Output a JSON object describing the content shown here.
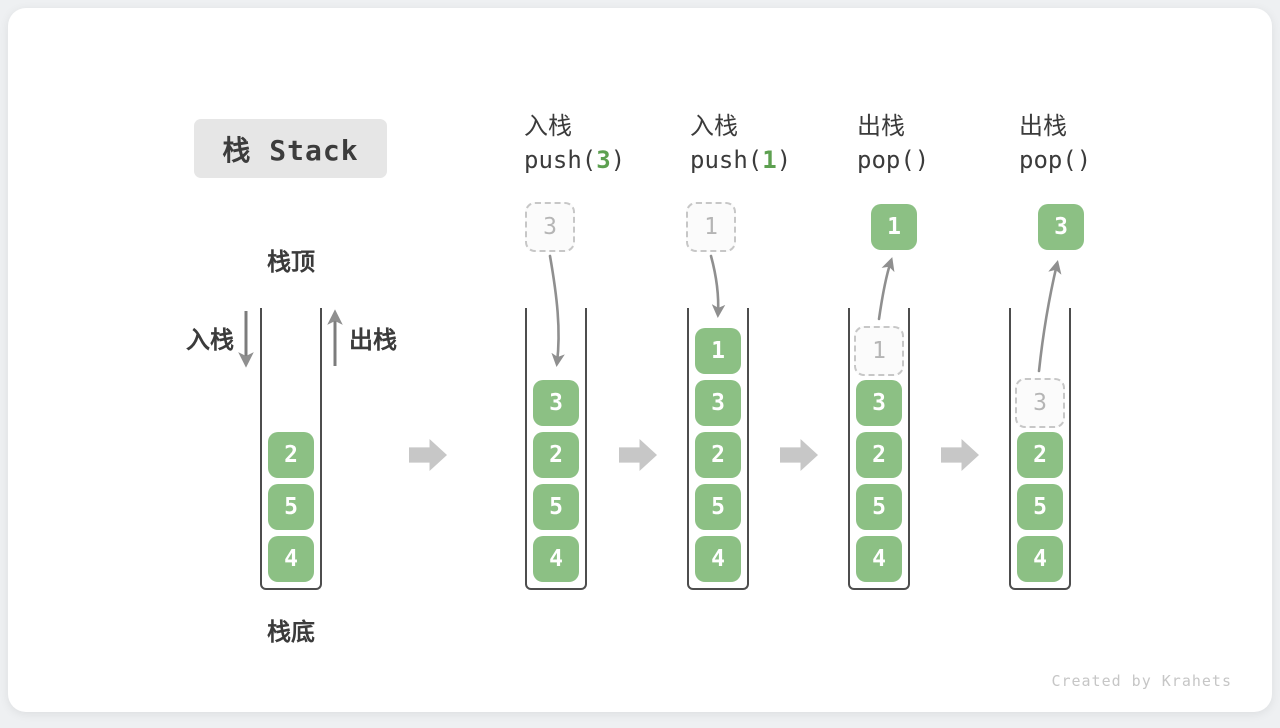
{
  "title": {
    "text": "栈 Stack"
  },
  "legend": {
    "stack_top": "栈顶",
    "stack_bottom": "栈底",
    "push_side": "入栈",
    "pop_side": "出栈"
  },
  "footer": {
    "credit": "Created by Krahets"
  },
  "colors": {
    "cell_green": "#8cc084",
    "code_arg_green": "#5da050",
    "ghost_gray": "#c7c7c7",
    "arrow_gray": "#8f8f8f",
    "step_arrow_gray": "#c7c7c7",
    "text_dark": "#3b3b3b",
    "title_chip_bg": "#e6e6e6"
  },
  "stages": [
    {
      "id": "initial",
      "cells": [
        {
          "value": "2"
        },
        {
          "value": "5"
        },
        {
          "value": "4"
        }
      ]
    },
    {
      "id": "push-3",
      "label_cn": "入栈",
      "code_pre": "push(",
      "code_arg": "3",
      "code_post": ")",
      "floating": {
        "value": "3",
        "style": "dashed"
      },
      "cells": [
        {
          "value": "3"
        },
        {
          "value": "2"
        },
        {
          "value": "5"
        },
        {
          "value": "4"
        }
      ]
    },
    {
      "id": "push-1",
      "label_cn": "入栈",
      "code_pre": "push(",
      "code_arg": "1",
      "code_post": ")",
      "floating": {
        "value": "1",
        "style": "dashed"
      },
      "cells": [
        {
          "value": "1"
        },
        {
          "value": "3"
        },
        {
          "value": "2"
        },
        {
          "value": "5"
        },
        {
          "value": "4"
        }
      ]
    },
    {
      "id": "pop-1",
      "label_cn": "出栈",
      "code_pre": "pop(",
      "code_arg": "",
      "code_post": ")",
      "floating": {
        "value": "1",
        "style": "solid"
      },
      "cells": [
        {
          "value": "1",
          "ghost": true
        },
        {
          "value": "3"
        },
        {
          "value": "2"
        },
        {
          "value": "5"
        },
        {
          "value": "4"
        }
      ]
    },
    {
      "id": "pop-3",
      "label_cn": "出栈",
      "code_pre": "pop(",
      "code_arg": "",
      "code_post": ")",
      "floating": {
        "value": "3",
        "style": "solid"
      },
      "cells": [
        {
          "value": "3",
          "ghost": true
        },
        {
          "value": "2"
        },
        {
          "value": "5"
        },
        {
          "value": "4"
        }
      ]
    }
  ]
}
